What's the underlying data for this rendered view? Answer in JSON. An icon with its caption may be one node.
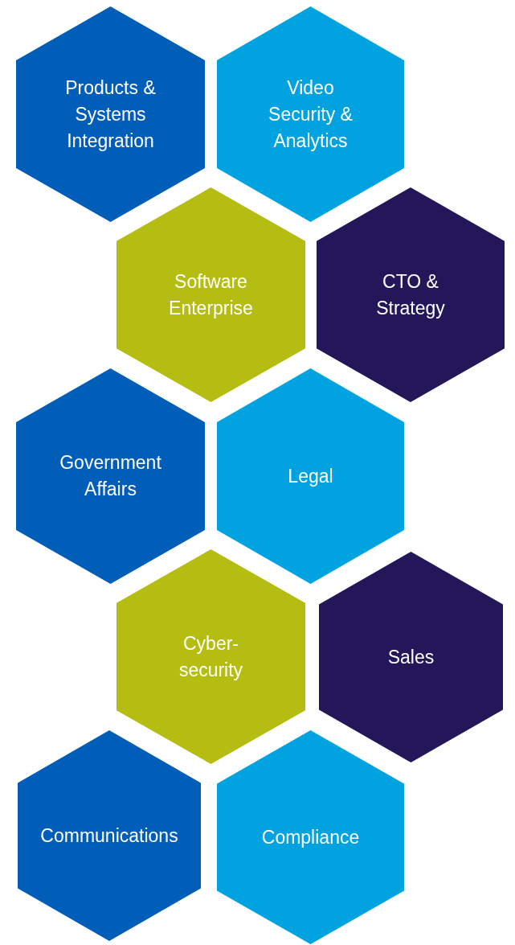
{
  "diagram": {
    "nodes": [
      {
        "text": [
          "Products & Systems Integration"
        ]
      },
      {
        "text": [
          "Video Security & Analytics"
        ]
      },
      {
        "text": [
          "Software Enterprise"
        ]
      },
      {
        "text": [
          "CTO & Strategy"
        ]
      },
      {
        "text": [
          "Government Affairs"
        ]
      },
      {
        "text": [
          "Legal"
        ]
      },
      {
        "text": [
          "Cyber-security"
        ]
      },
      {
        "text": [
          "Sales"
        ]
      },
      {
        "text": [
          "Communications"
        ]
      },
      {
        "text": [
          "Compliance"
        ]
      }
    ]
  }
}
